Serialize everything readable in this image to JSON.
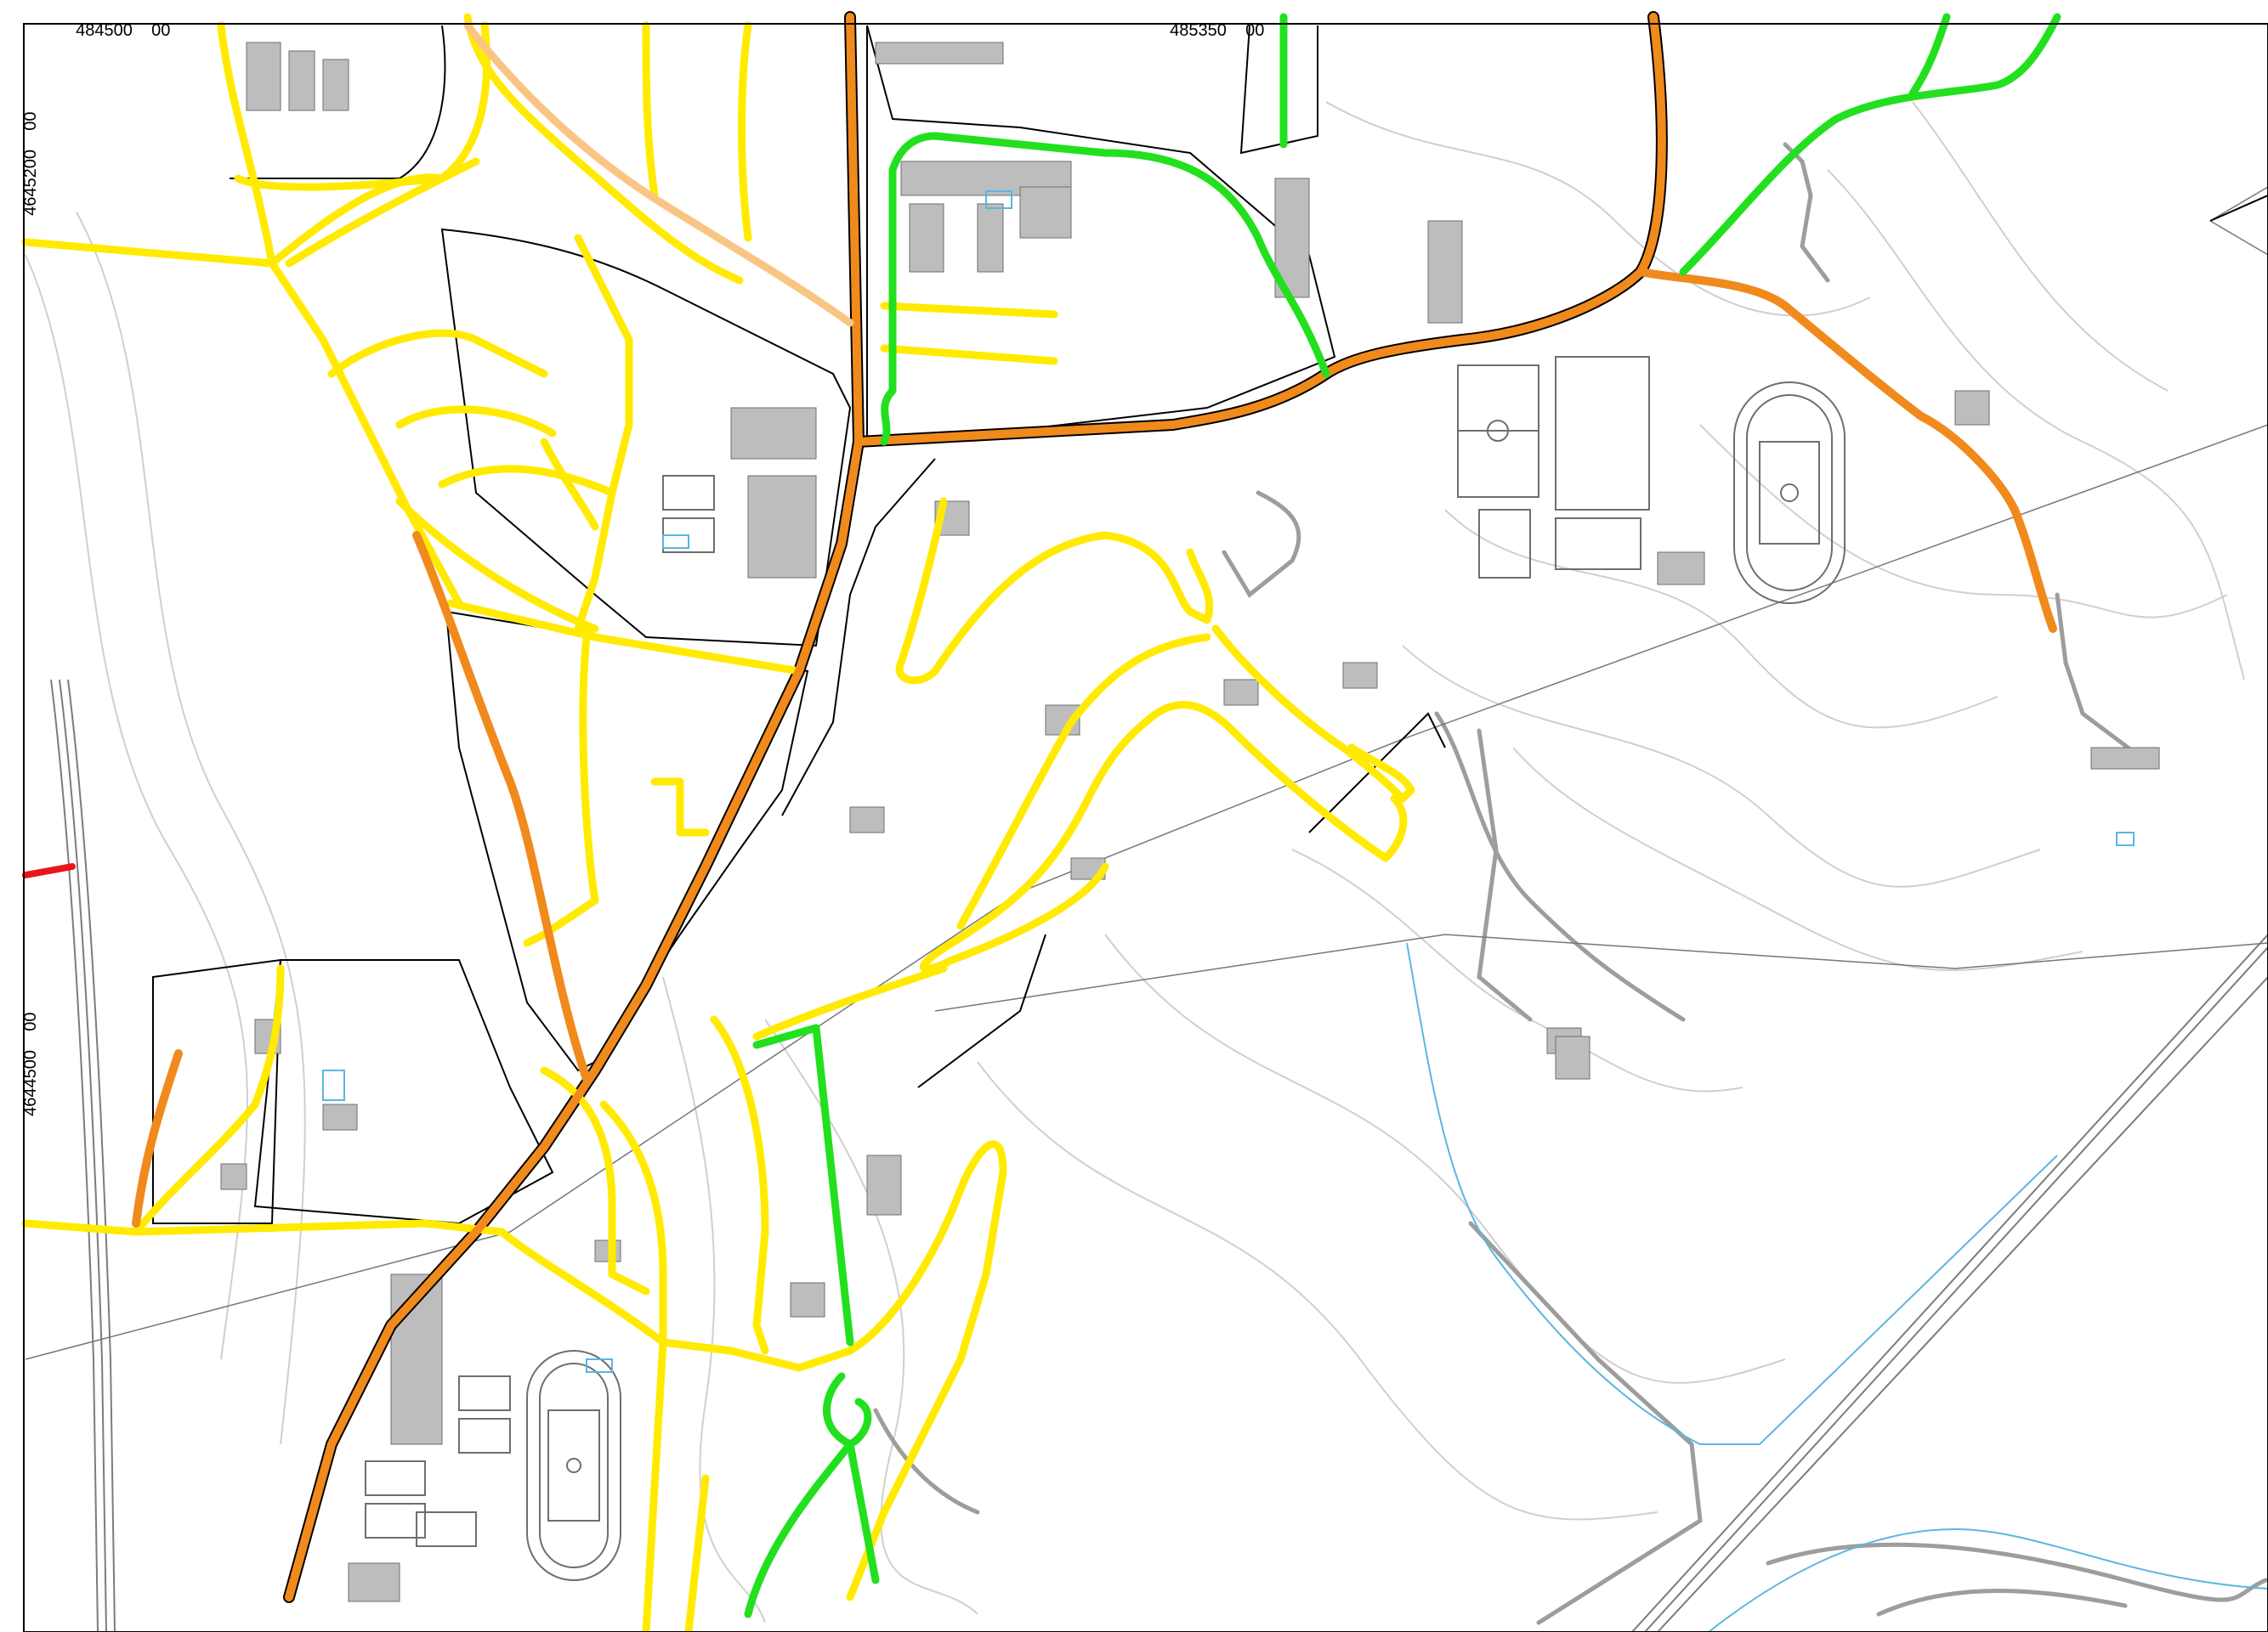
{
  "map": {
    "coords": {
      "top_left_main": "484500",
      "top_left_minor": "00",
      "top_mid_main": "485350",
      "top_mid_minor": "00",
      "left_upper_main": "4645200",
      "left_upper_minor": "00",
      "left_lower_main": "4644500",
      "left_lower_minor": "00"
    },
    "legend_colors": {
      "arterial": "#f08a1c",
      "collector": "#ffea00",
      "local_low": "#22e01e",
      "critical": "#e8161c",
      "connector": "#f9c585",
      "building": "#bdbdbd",
      "contour": "#c9c9c9",
      "water": "#5bb6e0",
      "outline": "#000000"
    }
  }
}
